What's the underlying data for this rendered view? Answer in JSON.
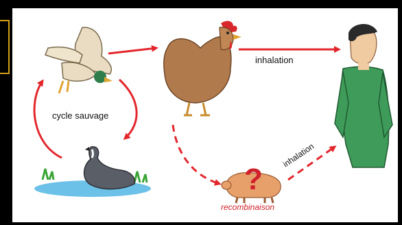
{
  "labels": {
    "wild_cycle": "cycle sauvage",
    "inhalation_top": "inhalation",
    "inhalation_diag": "inhalation",
    "recombination": "recombinaison",
    "question": "?"
  },
  "colors": {
    "background": "#000000",
    "panel": "#ffffff",
    "arrow": "#e3262c",
    "question": "#e3262c",
    "frame_accent": "#d4a017"
  },
  "icons": [
    "flying-duck-icon",
    "chicken-icon",
    "person-icon",
    "goose-icon",
    "pig-icon"
  ]
}
